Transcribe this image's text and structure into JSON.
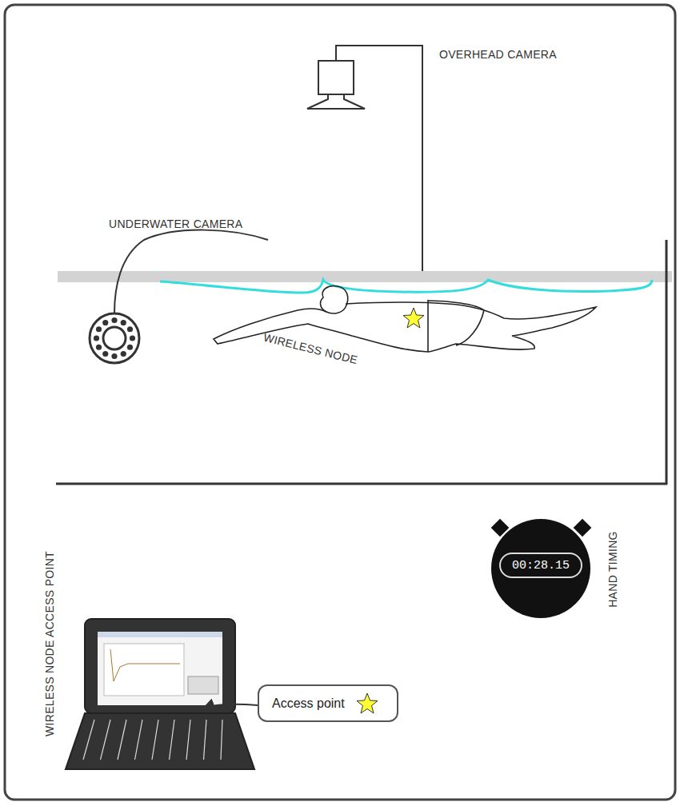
{
  "diagram": {
    "nodes": [
      {
        "text": [
          "Access point"
        ]
      },
      {
        "text": [
          "00:28.15"
        ]
      }
    ],
    "labels": [
      "OVERHEAD CAMERA",
      "UNDERWATER CAMERA",
      "WIRELESS NODE",
      "WIRELESS NODE ACCESS POINT",
      "HAND TIMING"
    ]
  }
}
